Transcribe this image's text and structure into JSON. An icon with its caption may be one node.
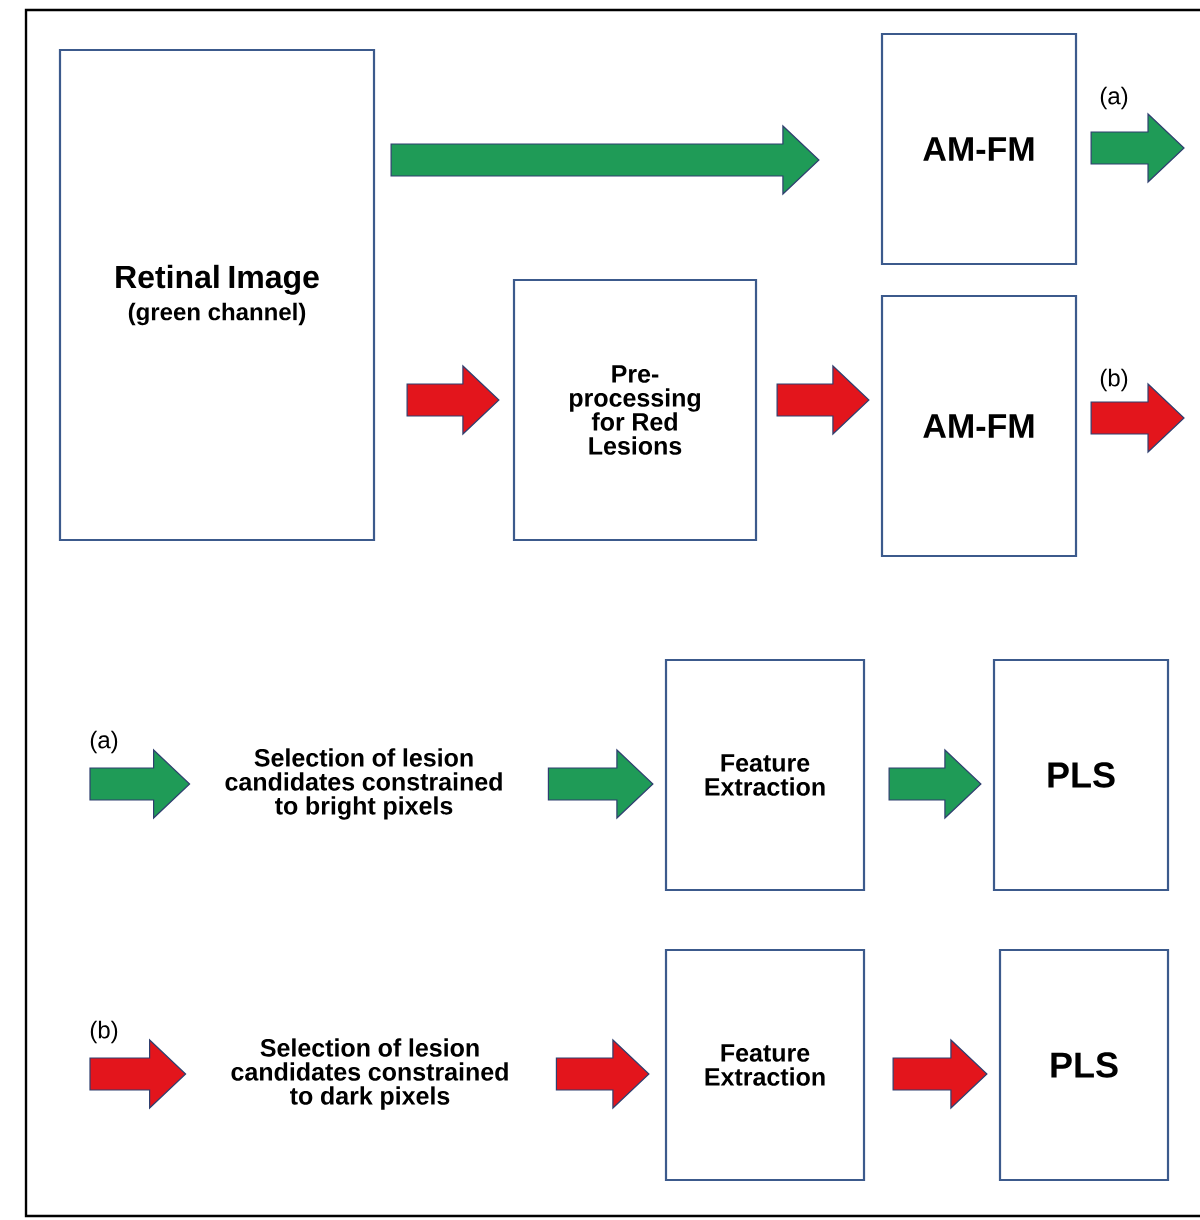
{
  "diagram": {
    "nodes": [
      {
        "text": [
          "Retinal Image",
          "(green channel)"
        ]
      },
      {
        "text": [
          "AM-FM"
        ]
      },
      {
        "text": [
          "Pre-processing for Red Lesions"
        ]
      },
      {
        "text": [
          "AM-FM"
        ]
      },
      {
        "text": [
          "Selection of lesion candidates constrained to bright pixels"
        ]
      },
      {
        "text": [
          "Feature Extraction"
        ]
      },
      {
        "text": [
          "PLS"
        ]
      },
      {
        "text": [
          "Selection of lesion candidates constrained to dark pixels"
        ]
      },
      {
        "text": [
          "Feature Extraction"
        ]
      },
      {
        "text": [
          "PLS"
        ]
      }
    ],
    "edges": [
      {
        "from": 0,
        "to": 1,
        "arrow": "to",
        "color": "#1f9b57"
      },
      {
        "from": 0,
        "to": 2,
        "arrow": "to",
        "color": "#e3151c"
      },
      {
        "from": 2,
        "to": 3,
        "arrow": "to",
        "color": "#e3151c"
      },
      {
        "from": 1,
        "to": null,
        "arrow": "to",
        "label": "(a)",
        "color": "#1f9b57"
      },
      {
        "from": 3,
        "to": null,
        "arrow": "to",
        "label": "(b)",
        "color": "#e3151c"
      },
      {
        "from": null,
        "to": 4,
        "arrow": "to",
        "label": "(a)",
        "color": "#1f9b57"
      },
      {
        "from": 4,
        "to": 5,
        "arrow": "to",
        "color": "#1f9b57"
      },
      {
        "from": 5,
        "to": 6,
        "arrow": "to",
        "color": "#1f9b57"
      },
      {
        "from": null,
        "to": 7,
        "arrow": "to",
        "label": "(b)",
        "color": "#e3151c"
      },
      {
        "from": 7,
        "to": 8,
        "arrow": "to",
        "color": "#e3151c"
      },
      {
        "from": 8,
        "to": 9,
        "arrow": "to",
        "color": "#e3151c"
      }
    ]
  }
}
